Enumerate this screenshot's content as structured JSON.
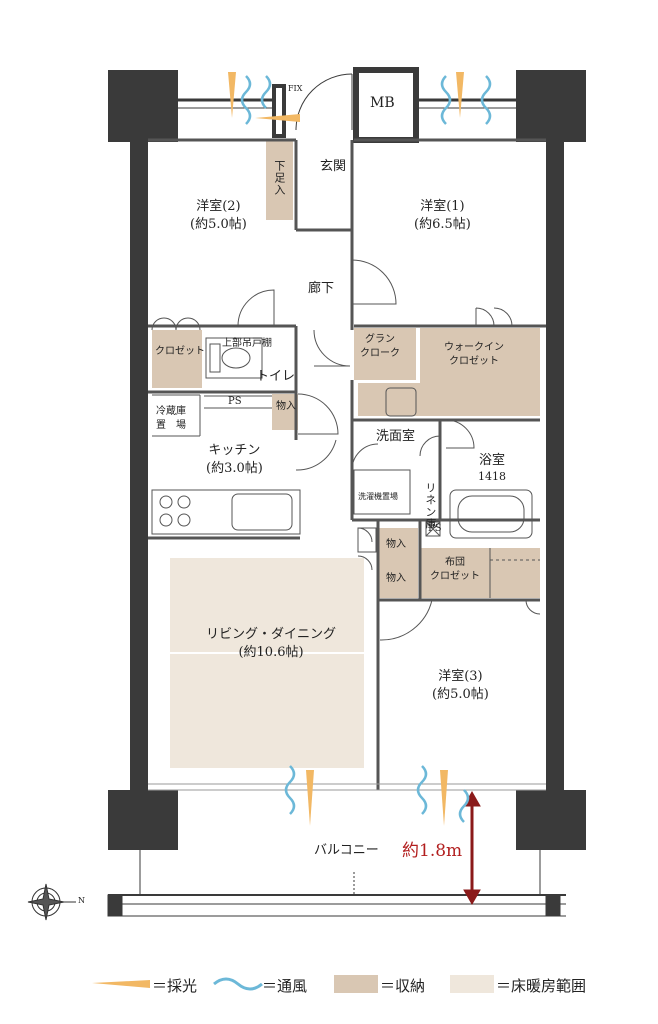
{
  "rooms": {
    "western2": {
      "name": "洋室(2)",
      "size": "(約5.0帖)"
    },
    "western1": {
      "name": "洋室(1)",
      "size": "(約6.5帖)"
    },
    "western3": {
      "name": "洋室(3)",
      "size": "(約5.0帖)"
    },
    "entrance": "玄関",
    "hallway": "廊下",
    "shoe_box": "下足入",
    "closet": "クロゼット",
    "upper_cabinet": "上部吊戸棚",
    "toilet": "トイレ",
    "grand_cloak": [
      "グラン",
      "クローク"
    ],
    "walkin": [
      "ウォークイン",
      "クロゼット"
    ],
    "ps": "PS",
    "storage": "物入",
    "fridge": [
      "冷蔵庫",
      "置　場"
    ],
    "kitchen": {
      "name": "キッチン",
      "size": "(約3.0帖)"
    },
    "washroom": "洗面室",
    "bath": {
      "name": "浴室",
      "size": "1418"
    },
    "washer": "洗濯機置場",
    "linen": "リネン庫",
    "futon": [
      "布団",
      "クロゼット"
    ],
    "living": {
      "name": "リビング・ダイニング",
      "size": "(約10.6帖)"
    },
    "balcony": "バルコニー",
    "mb": "MB",
    "fix": "FIX"
  },
  "dimension": "約1.8m",
  "compass": "N",
  "legend": {
    "light": "＝採光",
    "wind": "＝通風",
    "storage": "＝収納",
    "heating": "＝床暖房範囲"
  },
  "colors": {
    "wall": "#3a3a3a",
    "storage": "#d9c7b3",
    "heating": "#efe7dc",
    "light": "#f2b864",
    "wind": "#6cb8d8",
    "arrow": "#8b1a1a"
  }
}
